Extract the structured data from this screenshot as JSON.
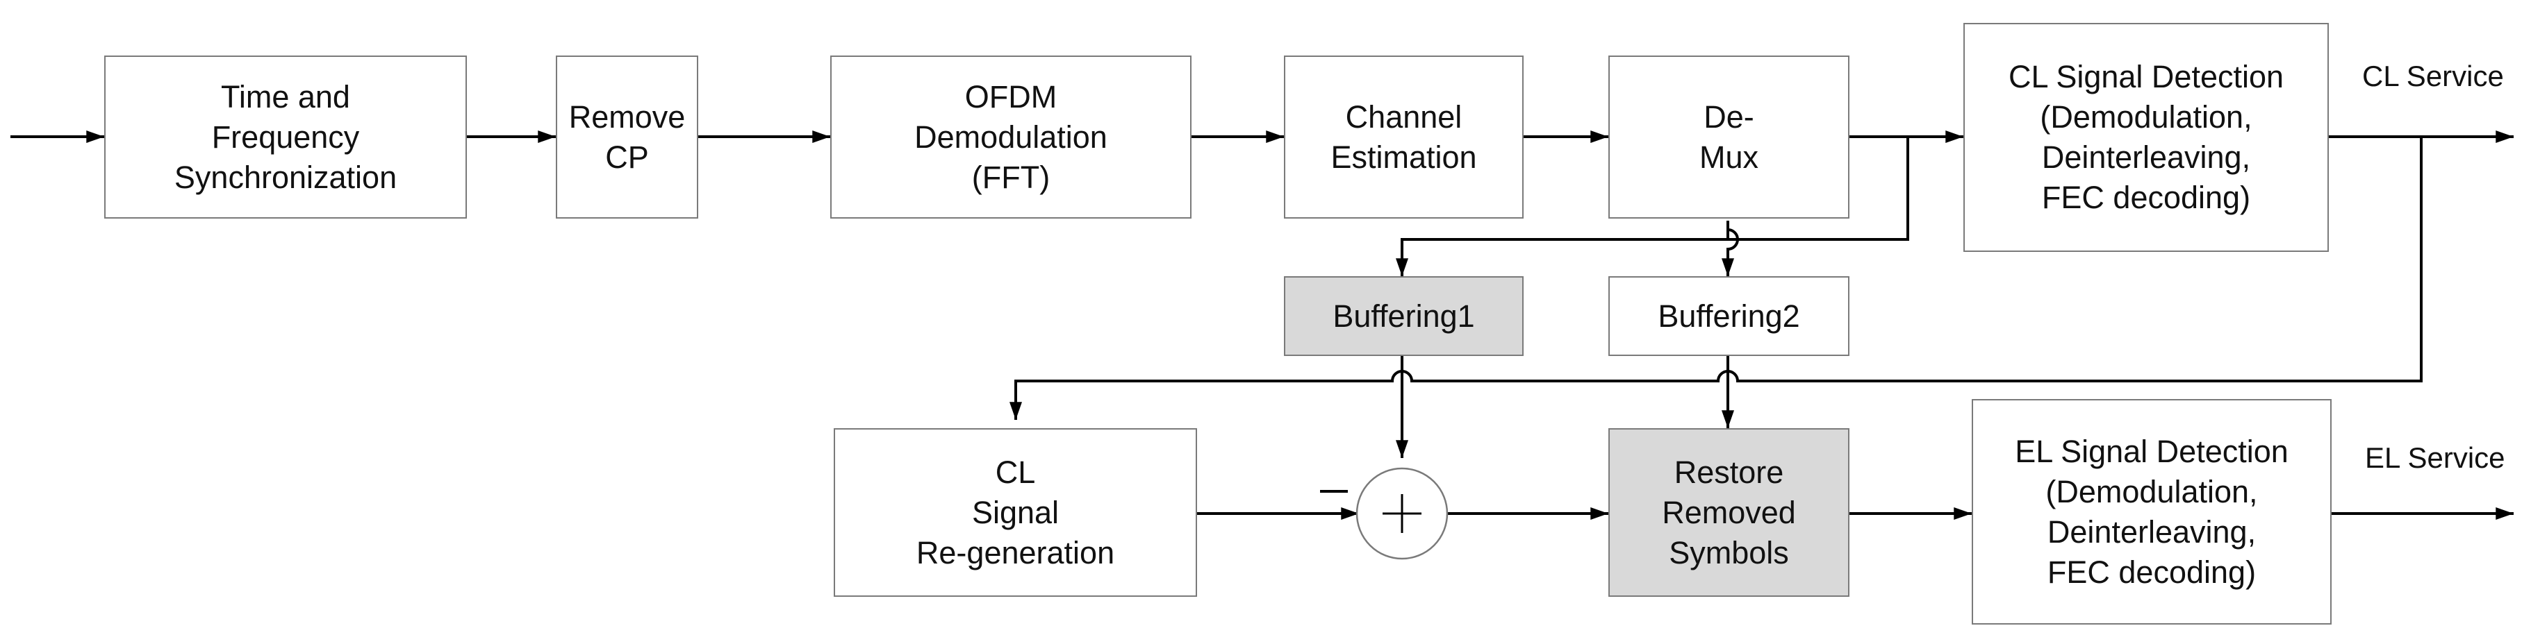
{
  "blocks": {
    "sync": {
      "lines": [
        "Time and",
        "Frequency",
        "Synchronization"
      ]
    },
    "remove_cp": {
      "lines": [
        "Remove",
        "CP"
      ]
    },
    "ofdm": {
      "lines": [
        "OFDM",
        "Demodulation",
        "(FFT)"
      ]
    },
    "chest": {
      "lines": [
        "Channel",
        "Estimation"
      ]
    },
    "demux": {
      "lines": [
        "De-",
        "Mux"
      ]
    },
    "cl_detect": {
      "lines": [
        "CL Signal Detection",
        "(Demodulation,",
        "Deinterleaving,",
        "FEC decoding)"
      ]
    },
    "buf1": {
      "lines": [
        "Buffering1"
      ]
    },
    "buf2": {
      "lines": [
        "Buffering2"
      ]
    },
    "cl_regen": {
      "lines": [
        "CL",
        "Signal",
        "Re-generation"
      ]
    },
    "restore": {
      "lines": [
        "Restore",
        "Removed",
        "Symbols"
      ]
    },
    "el_detect": {
      "lines": [
        "EL Signal Detection",
        "(Demodulation,",
        "Deinterleaving,",
        "FEC decoding)"
      ]
    }
  },
  "labels": {
    "cl_service": "CL Service",
    "el_service": "EL Service",
    "minus": "−",
    "plus": "+"
  },
  "colors": {
    "line": "#000000",
    "border": "#7a7a7a",
    "shaded_fill": "#d9d9d9"
  }
}
